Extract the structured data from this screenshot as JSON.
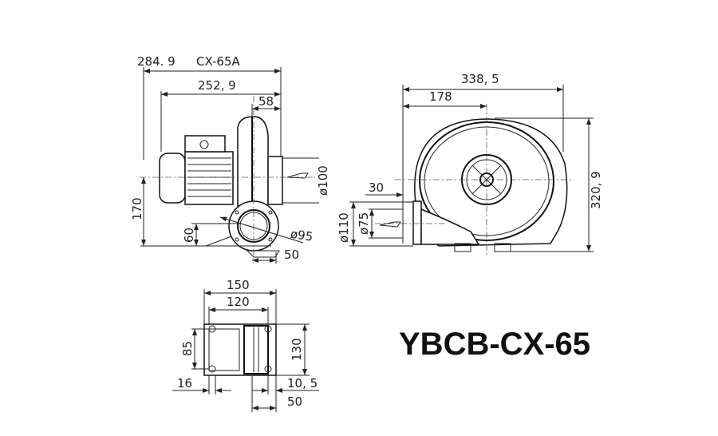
{
  "title": "YBCB-CX-65",
  "side_view": {
    "model": "CX-65A",
    "overall_length": "284. 9",
    "length": "252, 9",
    "housing_width": "58",
    "center_height": "170",
    "inlet_height": "60",
    "base_offset": "50",
    "inlet_diameter": "ø95",
    "outlet_diameter": "ø100"
  },
  "front_view": {
    "width": "338, 5",
    "center_offset": "178",
    "height": "320, 9",
    "flange_offset": "30",
    "flange_diameter": "ø110",
    "outlet_diameter": "ø75"
  },
  "base_view": {
    "overall_width": "150",
    "hole_spacing_x": "120",
    "hole_spacing_y": "85",
    "depth": "130",
    "slot_offset": "16",
    "slot_width": "10, 5",
    "foot_width": "50"
  }
}
